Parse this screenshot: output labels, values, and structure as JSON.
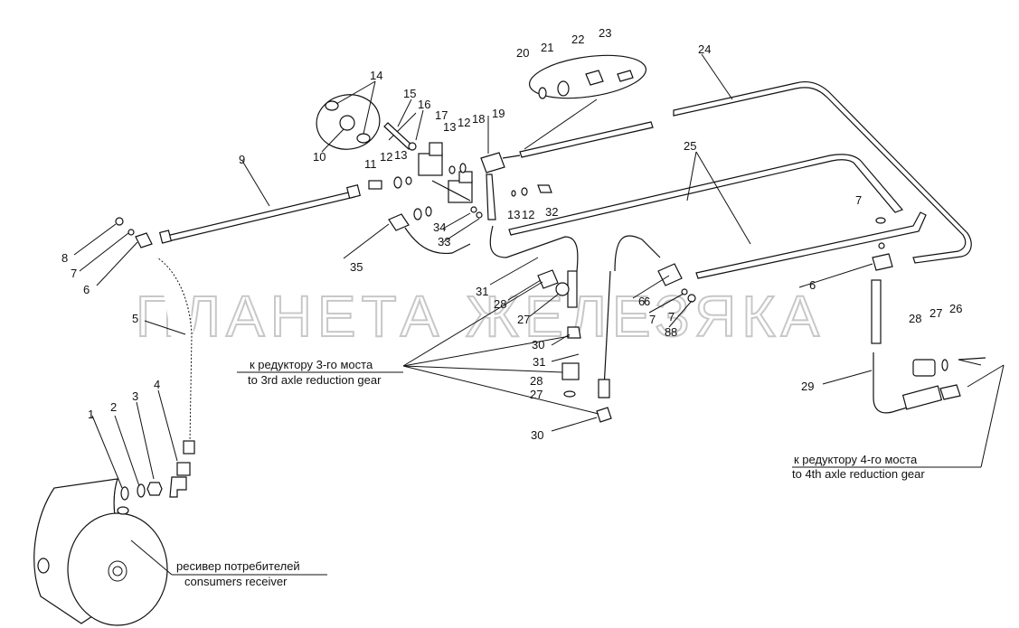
{
  "watermark": "ПЛАНЕТА ЖЕЛЕЗЯКА",
  "captions": {
    "axle3_ru": "к редуктору 3-го моста",
    "axle3_en": "to 3rd axle reduction gear",
    "axle4_ru": "к редуктору 4-го моста",
    "axle4_en": "to 4th axle reduction gear",
    "receiver_ru": "ресивер потребителей",
    "receiver_en": "consumers receiver"
  },
  "callouts": [
    "1",
    "2",
    "3",
    "4",
    "5",
    "6",
    "7",
    "8",
    "9",
    "10",
    "11",
    "12",
    "13",
    "14",
    "15",
    "16",
    "17",
    "12",
    "13",
    "18",
    "19",
    "20",
    "21",
    "22",
    "23",
    "24",
    "25",
    "7",
    "13",
    "12",
    "32",
    "34",
    "33",
    "35",
    "8",
    "7",
    "6",
    "31",
    "28",
    "27",
    "30",
    "31",
    "28",
    "27",
    "30",
    "6",
    "7",
    "8",
    "6",
    "28",
    "27",
    "26",
    "29"
  ]
}
